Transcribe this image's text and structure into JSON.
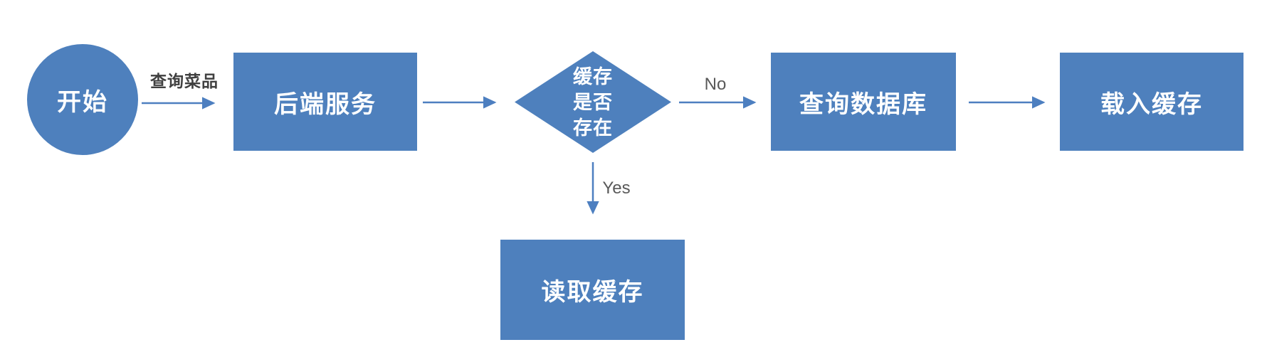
{
  "diagram": {
    "type": "flowchart",
    "background_color": "#ffffff",
    "shape_fill_color": "#4e80bd",
    "shape_text_color": "#ffffff",
    "arrow_color": "#4d7fc0",
    "edge_label_color": "#595959",
    "nodes": [
      {
        "id": "start",
        "shape": "circle",
        "label": "开始"
      },
      {
        "id": "backend",
        "shape": "rect",
        "label": "后端服务"
      },
      {
        "id": "cache-check",
        "shape": "diamond",
        "label": "缓存是否存在",
        "lines": [
          "缓存",
          "是否",
          "存在"
        ]
      },
      {
        "id": "query-db",
        "shape": "rect",
        "label": "查询数据库"
      },
      {
        "id": "load-cache",
        "shape": "rect",
        "label": "载入缓存"
      },
      {
        "id": "read-cache",
        "shape": "rect",
        "label": "读取缓存"
      }
    ],
    "edges": [
      {
        "from": "start",
        "to": "backend",
        "label": "查询菜品"
      },
      {
        "from": "backend",
        "to": "cache-check",
        "label": ""
      },
      {
        "from": "cache-check",
        "to": "query-db",
        "label": "No"
      },
      {
        "from": "query-db",
        "to": "load-cache",
        "label": ""
      },
      {
        "from": "cache-check",
        "to": "read-cache",
        "label": "Yes"
      }
    ]
  }
}
